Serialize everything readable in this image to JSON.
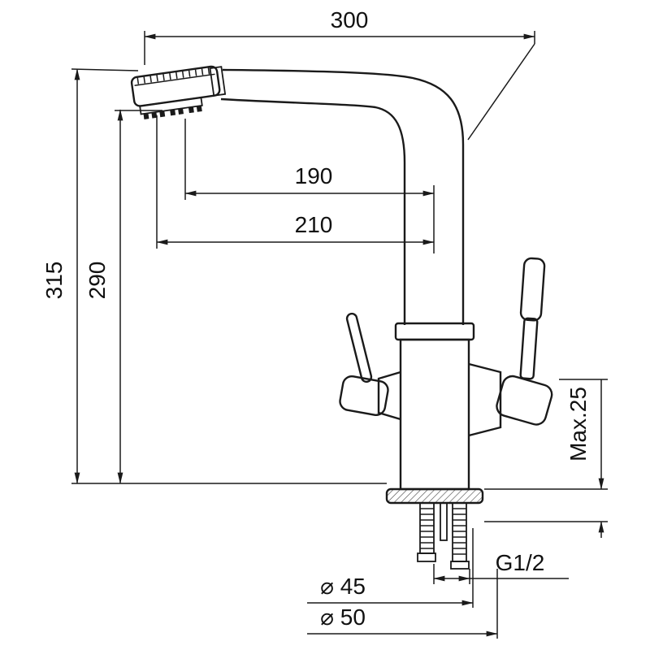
{
  "page": {
    "background": "#ffffff",
    "line_color": "#1a1a1a"
  },
  "diagram": {
    "type": "technical-drawing",
    "subject": "kitchen-faucet-dimensional-drawing",
    "labels": {
      "width_overall": "300",
      "spout_reach": "190",
      "spout_reach_outer": "210",
      "height_overall": "315",
      "height_spout": "290",
      "max_mounting_thickness": "Max.25",
      "thread_size": "G1/2",
      "dia_45": "⌀ 45",
      "dia_50": "⌀ 50"
    }
  }
}
